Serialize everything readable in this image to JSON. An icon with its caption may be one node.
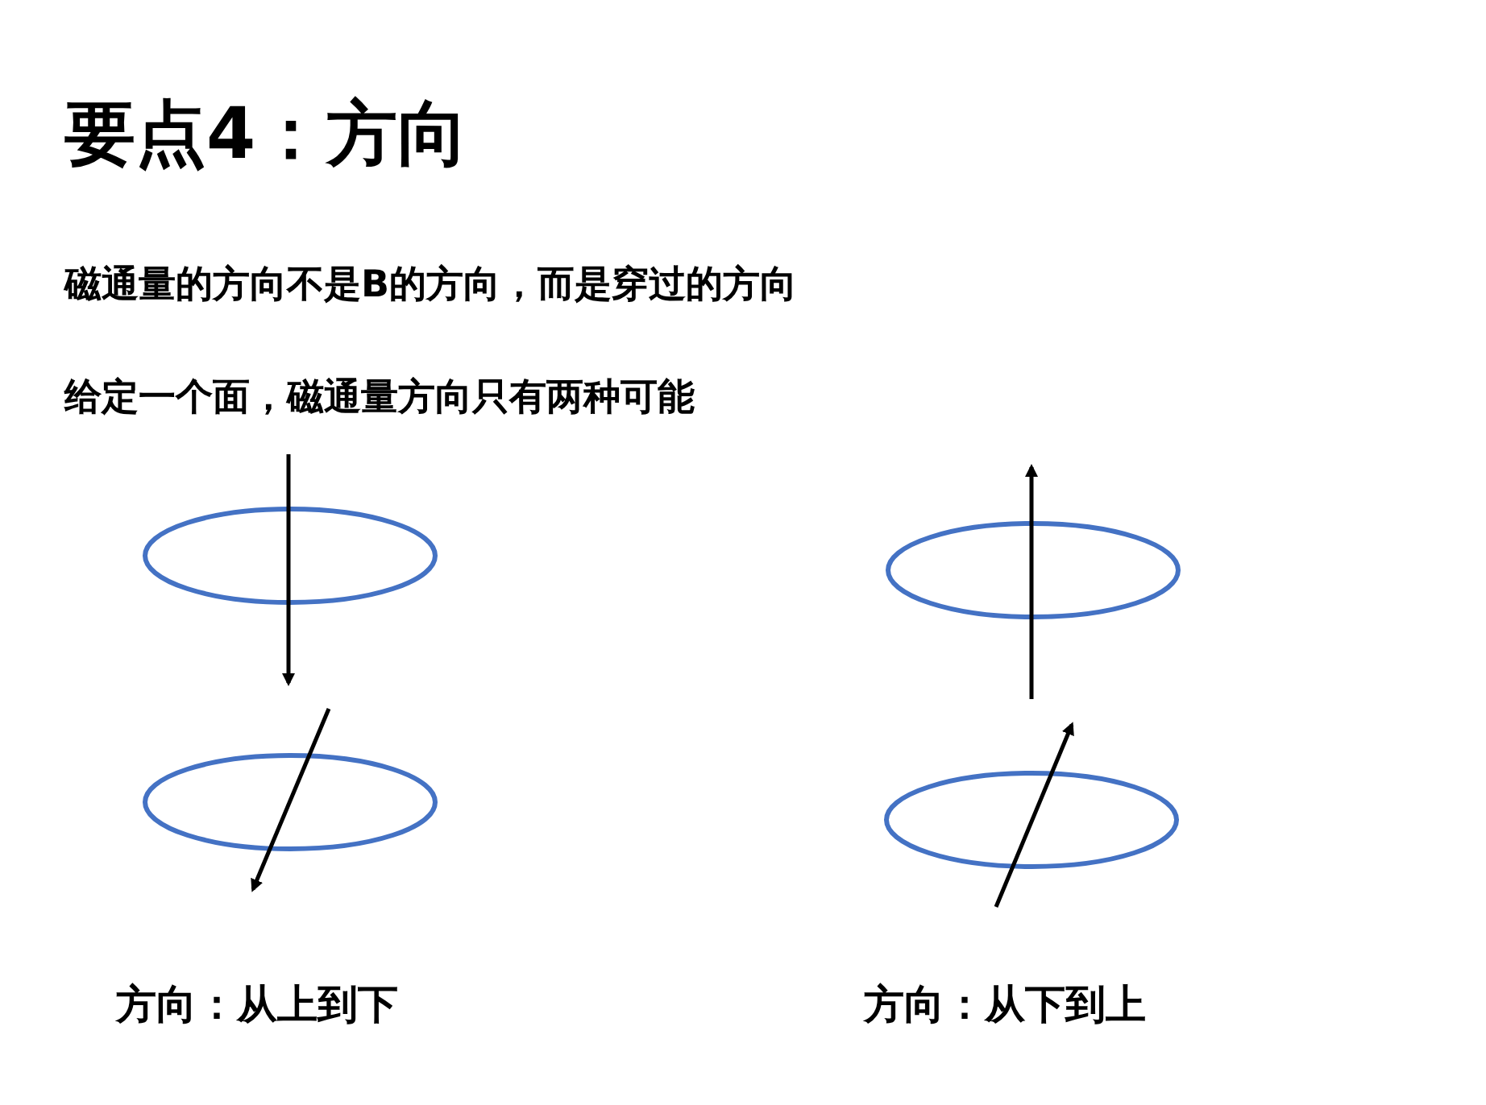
{
  "diagram": {
    "title": "要点4：方向",
    "labels": [
      "磁通量的方向不是B的方向，而是穿过的方向",
      "给定一个面，磁通量方向只有两种可能",
      "方向：从上到下",
      "方向：从下到上"
    ]
  }
}
